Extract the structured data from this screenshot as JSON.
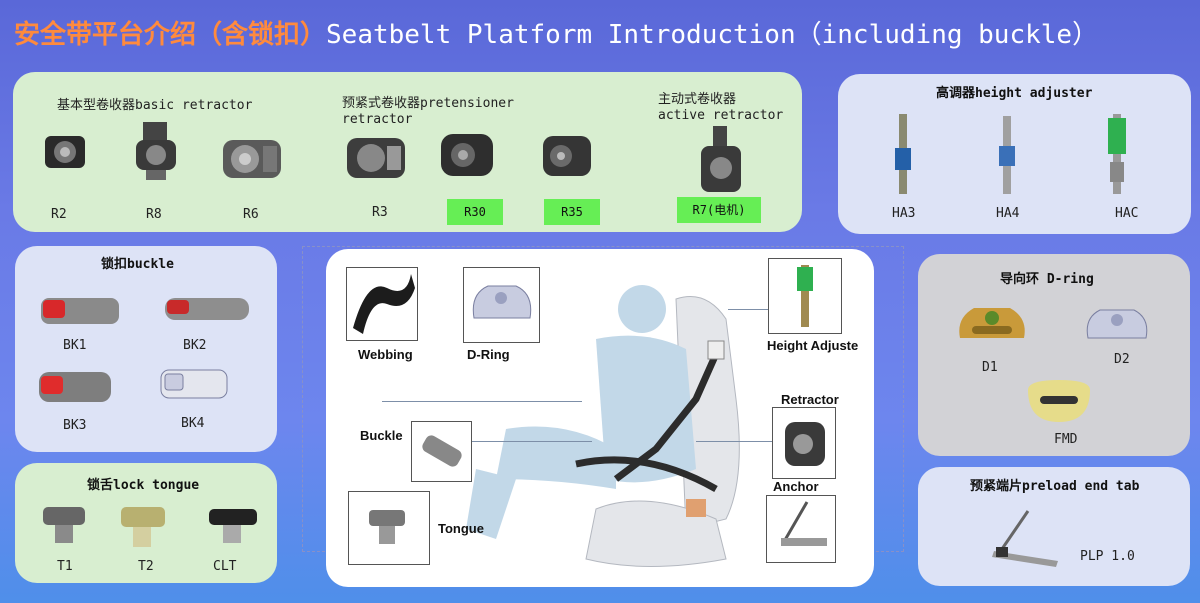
{
  "title": {
    "zh": "安全带平台介绍（含锁扣）",
    "en": "Seatbelt Platform Introduction（including buckle）"
  },
  "retractors": {
    "basic_label": "基本型卷收器basic retractor",
    "pretensioner_label_1": "预紧式卷收器pretensioner",
    "pretensioner_label_2": "retractor",
    "active_label_1": "主动式卷收器",
    "active_label_2": "active retractor",
    "items": [
      "R2",
      "R8",
      "R6",
      "R3",
      "R30",
      "R35",
      "R7(电机)"
    ]
  },
  "height_adjuster": {
    "label": "高调器height adjuster",
    "items": [
      "HA3",
      "HA4",
      "HAC"
    ]
  },
  "buckle": {
    "label": "锁扣buckle",
    "items": [
      "BK1",
      "BK2",
      "BK3",
      "BK4"
    ]
  },
  "lock_tongue": {
    "label": "锁舌lock tongue",
    "items": [
      "T1",
      "T2",
      "CLT"
    ]
  },
  "dring": {
    "label": "导向环 D-ring",
    "items": [
      "D1",
      "D2",
      "FMD"
    ]
  },
  "preload": {
    "label": "预紧端片preload end tab",
    "item": "PLP 1.0"
  },
  "diagram": {
    "labels": [
      "Webbing",
      "D-Ring",
      "Height Adjuste",
      "Retractor",
      "Buckle",
      "Anchor",
      "Tongue"
    ]
  },
  "colors": {
    "title_zh": "#ff8a3d",
    "chip": "#66ee55",
    "panel_green": "#d8eed0",
    "panel_lavender": "#dde3f6",
    "panel_grey": "#d2d2d6"
  }
}
